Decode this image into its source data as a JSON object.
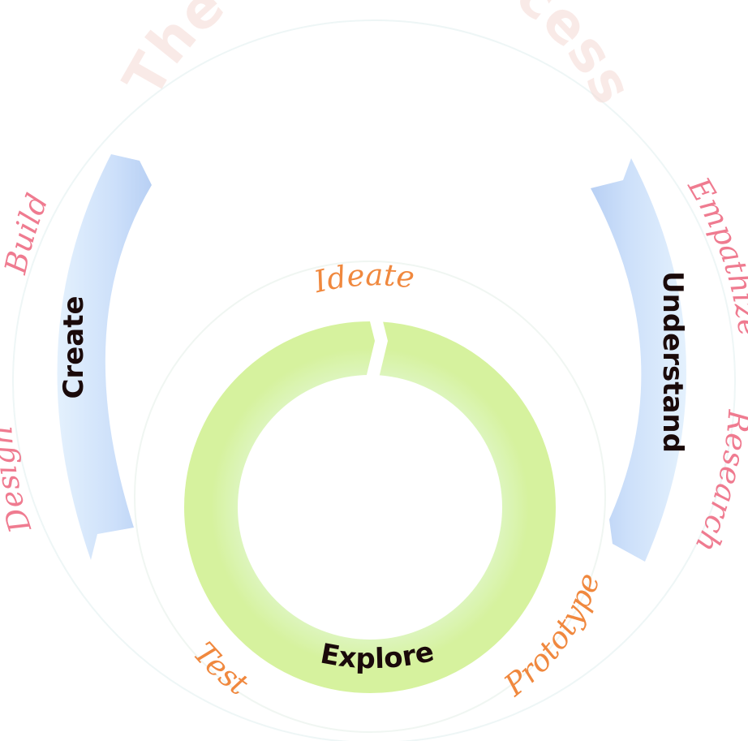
{
  "title": "The work process",
  "stages": {
    "create": "Create",
    "understand": "Understand",
    "explore": "Explore"
  },
  "outer_labels": {
    "build": "Build",
    "design": "Design",
    "empathize": "Empathize",
    "research": "Research"
  },
  "inner_labels": {
    "ideate": "Ideate",
    "test": "Test",
    "prototype": "Prototype"
  },
  "colors": {
    "title": "#f5d9d4",
    "outer_label": "#ef7b90",
    "inner_label": "#f0883e",
    "blue_arc": "#cfe2fb",
    "green_ring": "#d9f5a8",
    "stage_text": "#1a0a0a"
  }
}
